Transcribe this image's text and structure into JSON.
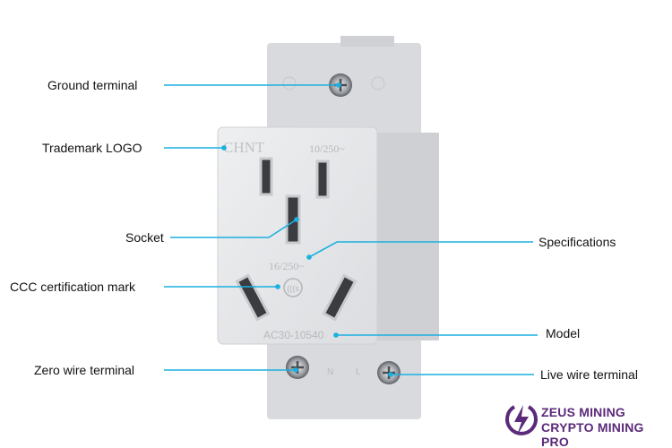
{
  "labels": {
    "ground_terminal": "Ground terminal",
    "trademark_logo": "Trademark LOGO",
    "socket": "Socket",
    "ccc_mark": "CCC certification mark",
    "zero_wire_terminal": "Zero wire terminal",
    "specifications": "Specifications",
    "model": "Model",
    "live_wire_terminal": "Live wire terminal"
  },
  "device": {
    "brand": "CHNT",
    "rating_top": "10/250~",
    "rating_bottom": "16/250~",
    "model_number": "AC30-10540",
    "terminal_n": "N",
    "terminal_l": "L"
  },
  "watermark": {
    "line1": "ZEUS MINING",
    "line2": "CRYPTO MINING PRO"
  },
  "colors": {
    "callout": "#1ab0e0",
    "brand": "#5b2a7a",
    "housing": "#e4e5e7"
  }
}
